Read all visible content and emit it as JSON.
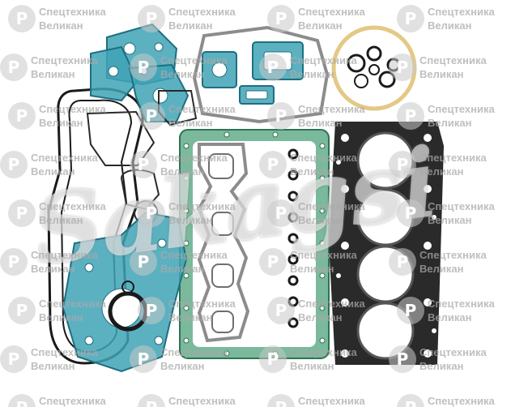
{
  "image": {
    "subject": "engine gasket kit",
    "colors": {
      "blue_gasket": "#3fa3b6",
      "blue_gasket_edge": "#1d6f80",
      "green_gasket": "#5aa883",
      "black_gasket": "#1a1a1a",
      "grey_gasket": "#8c8c8c",
      "cork_ring": "#e3c985"
    }
  },
  "watermark": {
    "line1": "Спецтехника",
    "line2": "Великан",
    "logo_glyph": "P"
  },
  "brand_watermark": "Sakagsi"
}
